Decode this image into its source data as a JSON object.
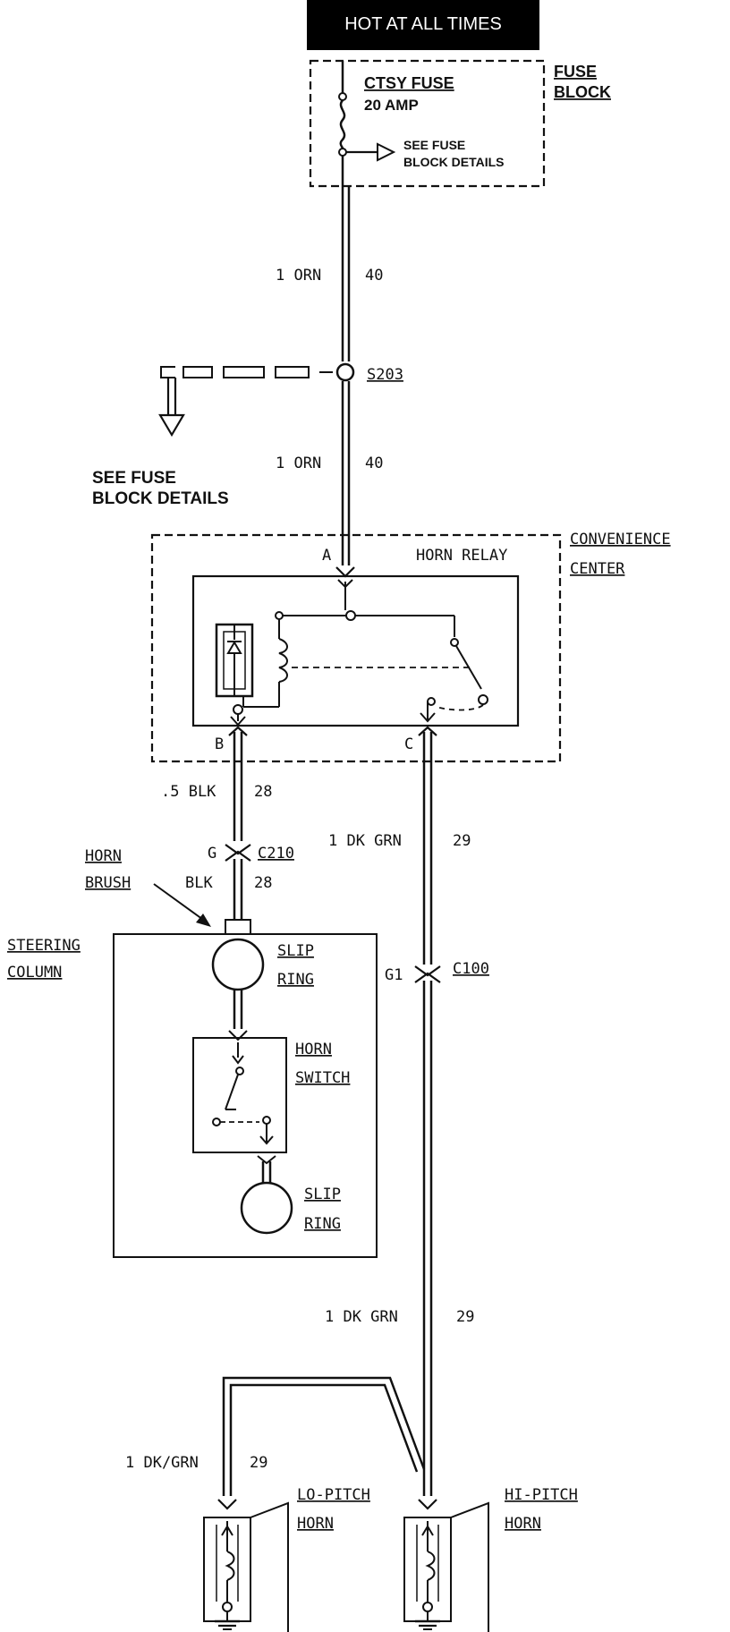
{
  "header": {
    "hot_label": "HOT AT ALL TIMES"
  },
  "fuse_block": {
    "title_line1": "FUSE",
    "title_line2": "BLOCK",
    "fuse_name": "CTSY  FUSE",
    "fuse_rating": "20  AMP",
    "see_details_line1": "SEE FUSE",
    "see_details_line2": "BLOCK DETAILS"
  },
  "wires": {
    "w1": {
      "gauge_color": "1 ORN",
      "circuit": "40"
    },
    "w2": {
      "gauge_color": "1 ORN",
      "circuit": "40"
    },
    "w3": {
      "gauge_color": ".5 BLK",
      "circuit": "28"
    },
    "w4": {
      "gauge_color": "BLK",
      "circuit": "28"
    },
    "w5": {
      "gauge_color": "1 DK GRN",
      "circuit": "29"
    },
    "w6": {
      "gauge_color": "1 DK GRN",
      "circuit": "29"
    },
    "w7": {
      "gauge_color": "1 DK/GRN",
      "circuit": "29"
    }
  },
  "splice": {
    "name": "S203",
    "see_line1": "SEE FUSE",
    "see_line2": "BLOCK DETAILS"
  },
  "relay": {
    "name": "HORN RELAY",
    "center_line1": "CONVENIENCE",
    "center_line2": "CENTER",
    "pin_a": "A",
    "pin_b": "B",
    "pin_c": "C"
  },
  "connectors": {
    "c210": {
      "name": "C210",
      "pin": "G"
    },
    "c100": {
      "name": "C100",
      "pin": "G1"
    }
  },
  "steering": {
    "title_line1": "STEERING",
    "title_line2": "COLUMN",
    "brush_line1": "HORN",
    "brush_line2": "BRUSH",
    "slip_ring_upper_line1": "SLIP",
    "slip_ring_upper_line2": "RING",
    "switch_line1": "HORN",
    "switch_line2": "SWITCH",
    "slip_ring_lower_line1": "SLIP",
    "slip_ring_lower_line2": "RING"
  },
  "horns": {
    "lo_line1": "LO-PITCH",
    "lo_line2": "HORN",
    "hi_line1": "HI-PITCH",
    "hi_line2": "HORN"
  }
}
